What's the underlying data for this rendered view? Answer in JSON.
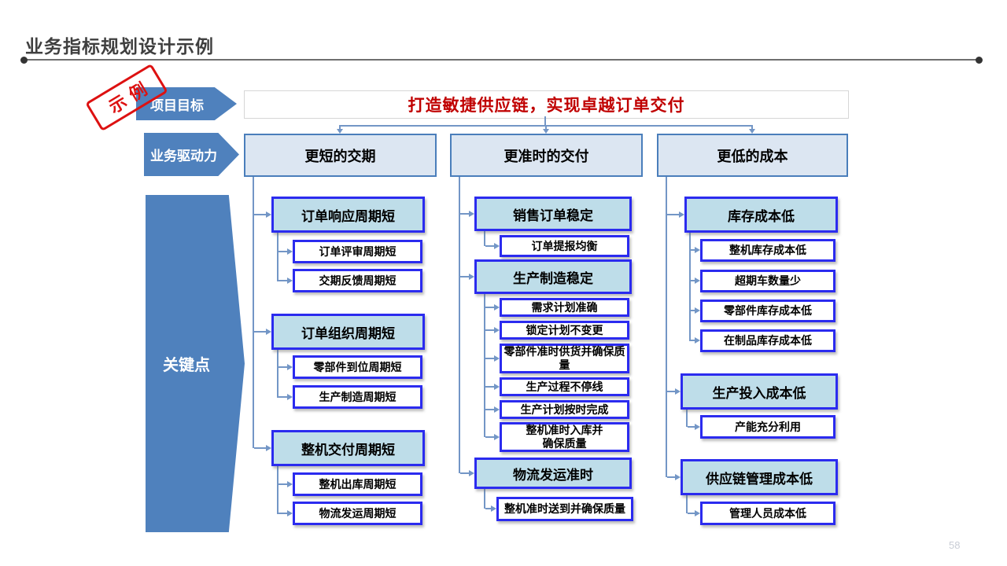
{
  "slide": {
    "title": "业务指标规划设计示例",
    "stamp": "示例",
    "page_number": "58"
  },
  "left_labels": {
    "goal": "项目目标",
    "driver": "业务驱动力",
    "keypoint": "关键点"
  },
  "goal_text": "打造敏捷供应链，实现卓越订单交付",
  "colors": {
    "accent_blue": "#4f81bd",
    "node_border_blue": "#2b2bef",
    "node_fill_cyan": "#bedde9",
    "header_fill": "#dce6f2",
    "header_border": "#4a7ebb",
    "connector_blue": "#7396c6",
    "goal_red": "#c00000",
    "stamp_red": "#dd1111"
  },
  "columns": [
    {
      "header": "更短的交期",
      "groups": [
        {
          "title": "订单响应周期短",
          "children": [
            "订单评审周期短",
            "交期反馈周期短"
          ]
        },
        {
          "title": "订单组织周期短",
          "children": [
            "零部件到位周期短",
            "生产制造周期短"
          ]
        },
        {
          "title": "整机交付周期短",
          "children": [
            "整机出库周期短",
            "物流发运周期短"
          ]
        }
      ]
    },
    {
      "header": "更准时的交付",
      "groups": [
        {
          "title": "销售订单稳定",
          "children": [
            "订单提报均衡"
          ]
        },
        {
          "title": "生产制造稳定",
          "children": [
            "需求计划准确",
            "锁定计划不变更",
            "零部件准时供货并确保质\n量",
            "生产过程不停线",
            "生产计划按时完成",
            "整机准时入库并\n确保质量"
          ]
        },
        {
          "title": "物流发运准时",
          "children": [
            "整机准时送到并确保质量"
          ]
        }
      ]
    },
    {
      "header": "更低的成本",
      "groups": [
        {
          "title": "库存成本低",
          "children": [
            "整机库存成本低",
            "超期车数量少",
            "零部件库存成本低",
            "在制品库存成本低"
          ]
        },
        {
          "title": "生产投入成本低",
          "children": [
            "产能充分利用"
          ]
        },
        {
          "title": "供应链管理成本低",
          "children": [
            "管理人员成本低"
          ]
        }
      ]
    }
  ]
}
